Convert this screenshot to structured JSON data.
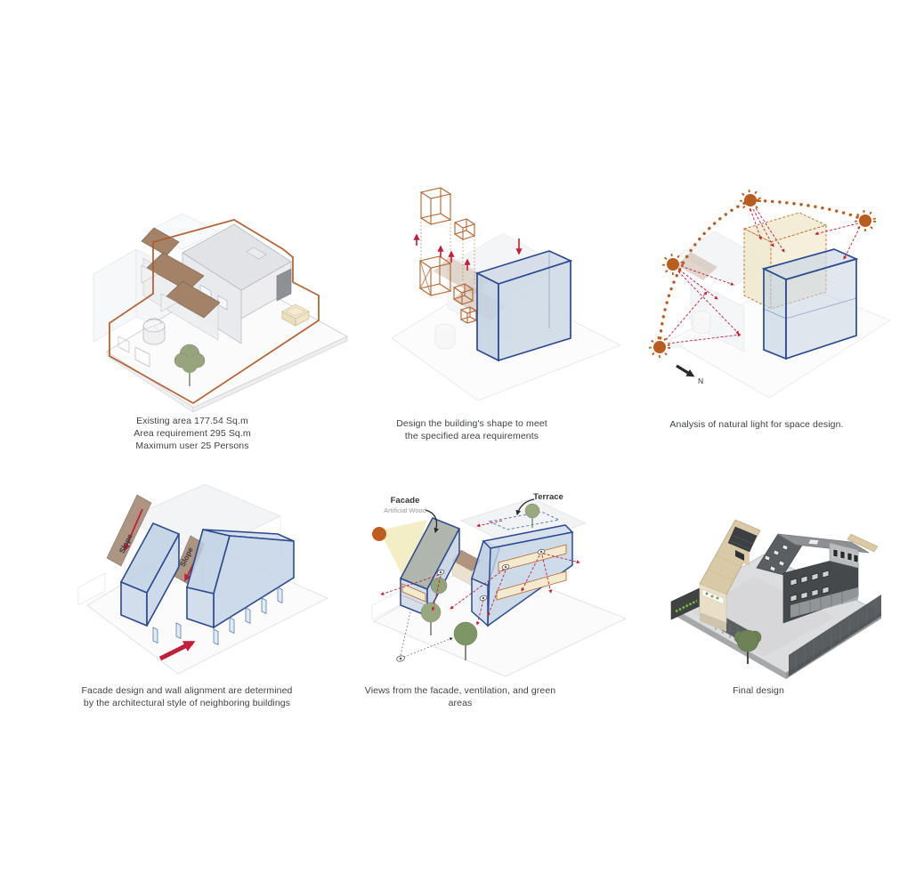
{
  "captions": {
    "p1": [
      "Existing area 177.54 Sq.m",
      "Area requirement 295 Sq.m",
      "Maximum user 25 Persons"
    ],
    "p2": [
      "Design the building's shape to meet",
      "the specified area requirements"
    ],
    "p3": [
      "Analysis of natural light for space design."
    ],
    "p4": [
      "Facade design and wall alignment are determined",
      "by the architectural style of neighboring buildings"
    ],
    "p5": [
      "Views from the facade, ventilation, and green areas"
    ],
    "p6": [
      "Final design"
    ]
  },
  "labels": {
    "north": "N",
    "slope_left": "Slope",
    "slope_right": "Slope",
    "facade_title": "Facade",
    "facade_subtitle": "Artificial Wood",
    "terrace": "Terrace"
  },
  "colors": {
    "site_outline": "#ad5a2a",
    "massing_wireframe": "#b4652e",
    "volume_blue_stroke": "#2e4a8f",
    "volume_blue_fill": "#c6d4e3",
    "arrow_red": "#c1203a",
    "sun_orange": "#b85c20",
    "roof_brown": "#a38268",
    "cream_panel": "#f3ead0",
    "tree_green": "#8fa077",
    "facade_wood_grey": "#a7aea4",
    "caption_text": "#3f4245"
  }
}
